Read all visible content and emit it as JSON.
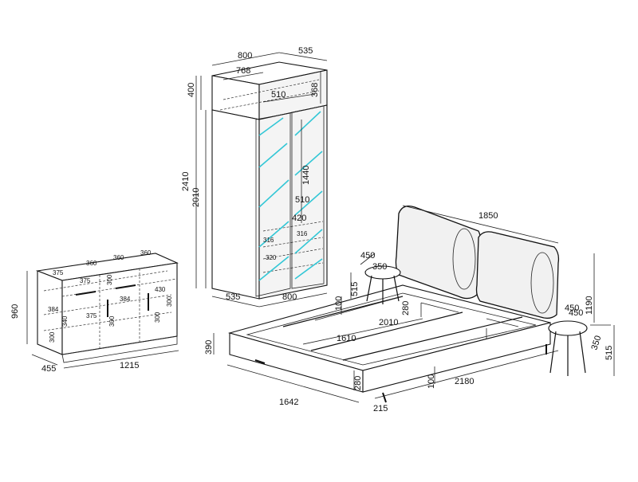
{
  "colors": {
    "line": "#111111",
    "mirror": "#33c7d6",
    "background": "#ffffff"
  },
  "wardrobe": {
    "width_top": "800",
    "depth_top": "535",
    "inner_width": "768",
    "top_height_side": "368",
    "upper_height": "400",
    "total_height": "2410",
    "body_height": "2010",
    "shelf_width": "510",
    "mirror_height": "1440",
    "inner_width2": "510",
    "rail_height": "420",
    "drawer_left": "316",
    "drawer_right": "316",
    "drawer_small": "320",
    "depth_bottom": "535",
    "width_bottom": "800"
  },
  "dresser": {
    "height": "960",
    "depth": "455",
    "width": "1215",
    "small_labels": [
      "360",
      "360",
      "360",
      "375",
      "375",
      "384",
      "430",
      "300",
      "300",
      "300",
      "300",
      "300",
      "384",
      "375",
      "340"
    ]
  },
  "bed": {
    "headboard_width": "1850",
    "headboard_height": "1190",
    "side_height": "390",
    "frame_width": "1642",
    "length": "2180",
    "mattress_length": "2010",
    "mattress_width": "1610",
    "inner_height": "280",
    "front_height": "280",
    "slat_100_top": "100",
    "slat_100_bottom": "100",
    "leg": "215",
    "side_gap": "450"
  },
  "nightstand_left": {
    "diameter": "450",
    "seat_depth": "350",
    "height": "515"
  },
  "nightstand_right": {
    "diameter": "450",
    "seat_depth": "350",
    "height": "515"
  }
}
